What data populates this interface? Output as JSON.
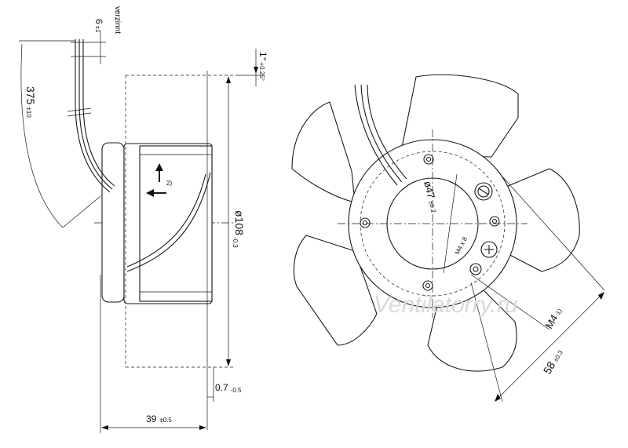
{
  "side_view": {
    "label_wire_note": "verzinnt",
    "dim_wire_strip_value": "6",
    "dim_wire_strip_tol": "±1",
    "dim_cable_length_value": "375",
    "dim_cable_length_tol": "±10",
    "dim_angle_value": "1°",
    "dim_angle_tol": "+0.25°",
    "dim_diameter_value": "ø108",
    "dim_diameter_tol": "-0.3",
    "dim_flange_value": "0.7",
    "dim_flange_tol": "-0.5",
    "dim_depth_value": "39",
    "dim_depth_tol": "±0.5",
    "note_marker": "2)"
  },
  "front_view": {
    "dim_hub_value": "ø47",
    "dim_hub_tol": "±0.2",
    "dim_mount_label": "M4 x 8",
    "dim_thread_value": "M4",
    "dim_thread_note": "1)",
    "dim_hole_spacing_value": "58",
    "dim_hole_spacing_tol": "±0.3"
  },
  "watermark": "Ventilatorry.ru"
}
